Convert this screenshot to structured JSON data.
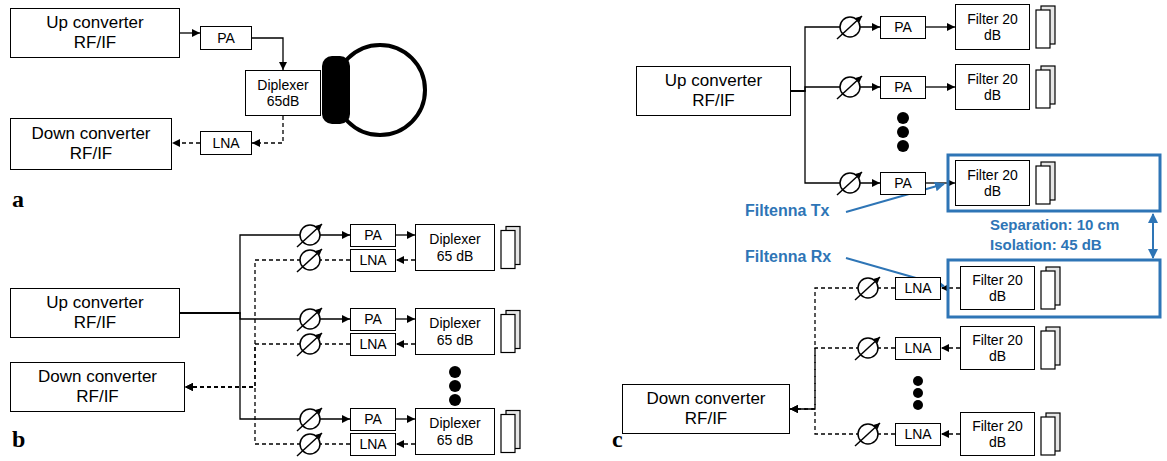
{
  "diagram": {
    "nodes": [
      {
        "text": [
          "Up converter RF/IF"
        ]
      },
      {
        "text": [
          "PA"
        ]
      },
      {
        "text": [
          "Diplexer 65dB"
        ]
      },
      {
        "text": [
          "Down converter RF/IF"
        ]
      },
      {
        "text": [
          "LNA"
        ]
      },
      {
        "text": [
          "Up converter RF/IF"
        ]
      },
      {
        "text": [
          "Down converter RF/IF"
        ]
      },
      {
        "text": [
          "PA"
        ]
      },
      {
        "text": [
          "LNA"
        ]
      },
      {
        "text": [
          "Diplexer 65 dB"
        ]
      },
      {
        "text": [
          "PA"
        ]
      },
      {
        "text": [
          "LNA"
        ]
      },
      {
        "text": [
          "Diplexer 65 dB"
        ]
      },
      {
        "text": [
          "PA"
        ]
      },
      {
        "text": [
          "LNA"
        ]
      },
      {
        "text": [
          "Diplexer 65 dB"
        ]
      },
      {
        "text": [
          "Up converter RF/IF"
        ]
      },
      {
        "text": [
          "PA"
        ]
      },
      {
        "text": [
          "Filter 20 dB"
        ]
      },
      {
        "text": [
          "PA"
        ]
      },
      {
        "text": [
          "Filter 20 dB"
        ]
      },
      {
        "text": [
          "PA"
        ]
      },
      {
        "text": [
          "Filter 20 dB"
        ]
      },
      {
        "text": [
          "Down converter RF/IF"
        ]
      },
      {
        "text": [
          "LNA"
        ]
      },
      {
        "text": [
          "Filter 20 dB"
        ]
      },
      {
        "text": [
          "LNA"
        ]
      },
      {
        "text": [
          "Filter 20 dB"
        ]
      },
      {
        "text": [
          "LNA"
        ]
      },
      {
        "text": [
          "Filter 20 dB"
        ]
      }
    ],
    "edges": [
      {
        "from": 0,
        "to": 1,
        "arrow": "to"
      },
      {
        "from": 1,
        "to": 2,
        "arrow": "to"
      },
      {
        "from": 2,
        "to": 4,
        "arrow": "to"
      },
      {
        "from": 4,
        "to": 3,
        "arrow": "to"
      },
      {
        "from": 5,
        "to": 7,
        "arrow": "to"
      },
      {
        "from": 5,
        "to": 10,
        "arrow": "to"
      },
      {
        "from": 5,
        "to": 13,
        "arrow": "to"
      },
      {
        "from": 7,
        "to": 9,
        "arrow": "to"
      },
      {
        "from": 10,
        "to": 12,
        "arrow": "to"
      },
      {
        "from": 13,
        "to": 15,
        "arrow": "to"
      },
      {
        "from": 9,
        "to": 8,
        "arrow": "to"
      },
      {
        "from": 12,
        "to": 11,
        "arrow": "to"
      },
      {
        "from": 15,
        "to": 14,
        "arrow": "to"
      },
      {
        "from": 8,
        "to": 6,
        "arrow": "to"
      },
      {
        "from": 11,
        "to": 6,
        "arrow": "to"
      },
      {
        "from": 14,
        "to": 6,
        "arrow": "to"
      },
      {
        "from": 16,
        "to": 17,
        "arrow": "to"
      },
      {
        "from": 16,
        "to": 19,
        "arrow": "to"
      },
      {
        "from": 16,
        "to": 21,
        "arrow": "to"
      },
      {
        "from": 17,
        "to": 18,
        "arrow": "to"
      },
      {
        "from": 19,
        "to": 20,
        "arrow": "to"
      },
      {
        "from": 21,
        "to": 22,
        "arrow": "to"
      },
      {
        "from": 25,
        "to": 24,
        "arrow": "to"
      },
      {
        "from": 27,
        "to": 26,
        "arrow": "to"
      },
      {
        "from": 29,
        "to": 28,
        "arrow": "to"
      },
      {
        "from": 24,
        "to": 23,
        "arrow": "to"
      },
      {
        "from": 26,
        "to": 23,
        "arrow": "to"
      },
      {
        "from": 28,
        "to": 23,
        "arrow": "to"
      }
    ],
    "labels": [
      "a",
      "Filtenna Tx",
      "Separation: 10 cm",
      "Isolation: 45 dB",
      "Filtenna Rx",
      "b",
      "c"
    ]
  }
}
